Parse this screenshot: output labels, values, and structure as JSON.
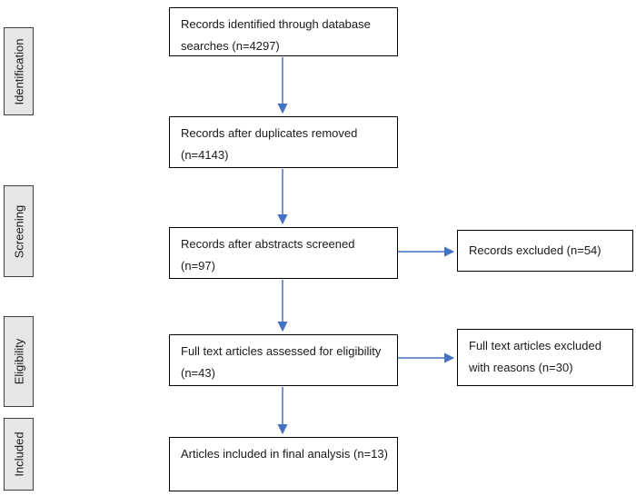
{
  "stages": [
    {
      "label": "Identification"
    },
    {
      "label": "Screening"
    },
    {
      "label": "Eligibility"
    },
    {
      "label": "Included"
    }
  ],
  "flow_boxes": [
    {
      "text": "Records identified through database searches (n=4297)"
    },
    {
      "text": "Records after duplicates removed (n=4143)"
    },
    {
      "text": "Records after abstracts screened (n=97)"
    },
    {
      "text": "Full text articles assessed for eligibility (n=43)"
    },
    {
      "text": "Articles included in final analysis (n=13)"
    }
  ],
  "side_boxes": [
    {
      "text": "Records excluded (n=54)"
    },
    {
      "text": "Full text articles excluded with reasons (n=30)"
    }
  ],
  "colors": {
    "arrow": "#4472C4",
    "stage_fill": "#E7E6E6",
    "stage_border": "#404040",
    "box_border": "#000000",
    "text": "#1A1A1A",
    "background": "#FFFFFF"
  }
}
